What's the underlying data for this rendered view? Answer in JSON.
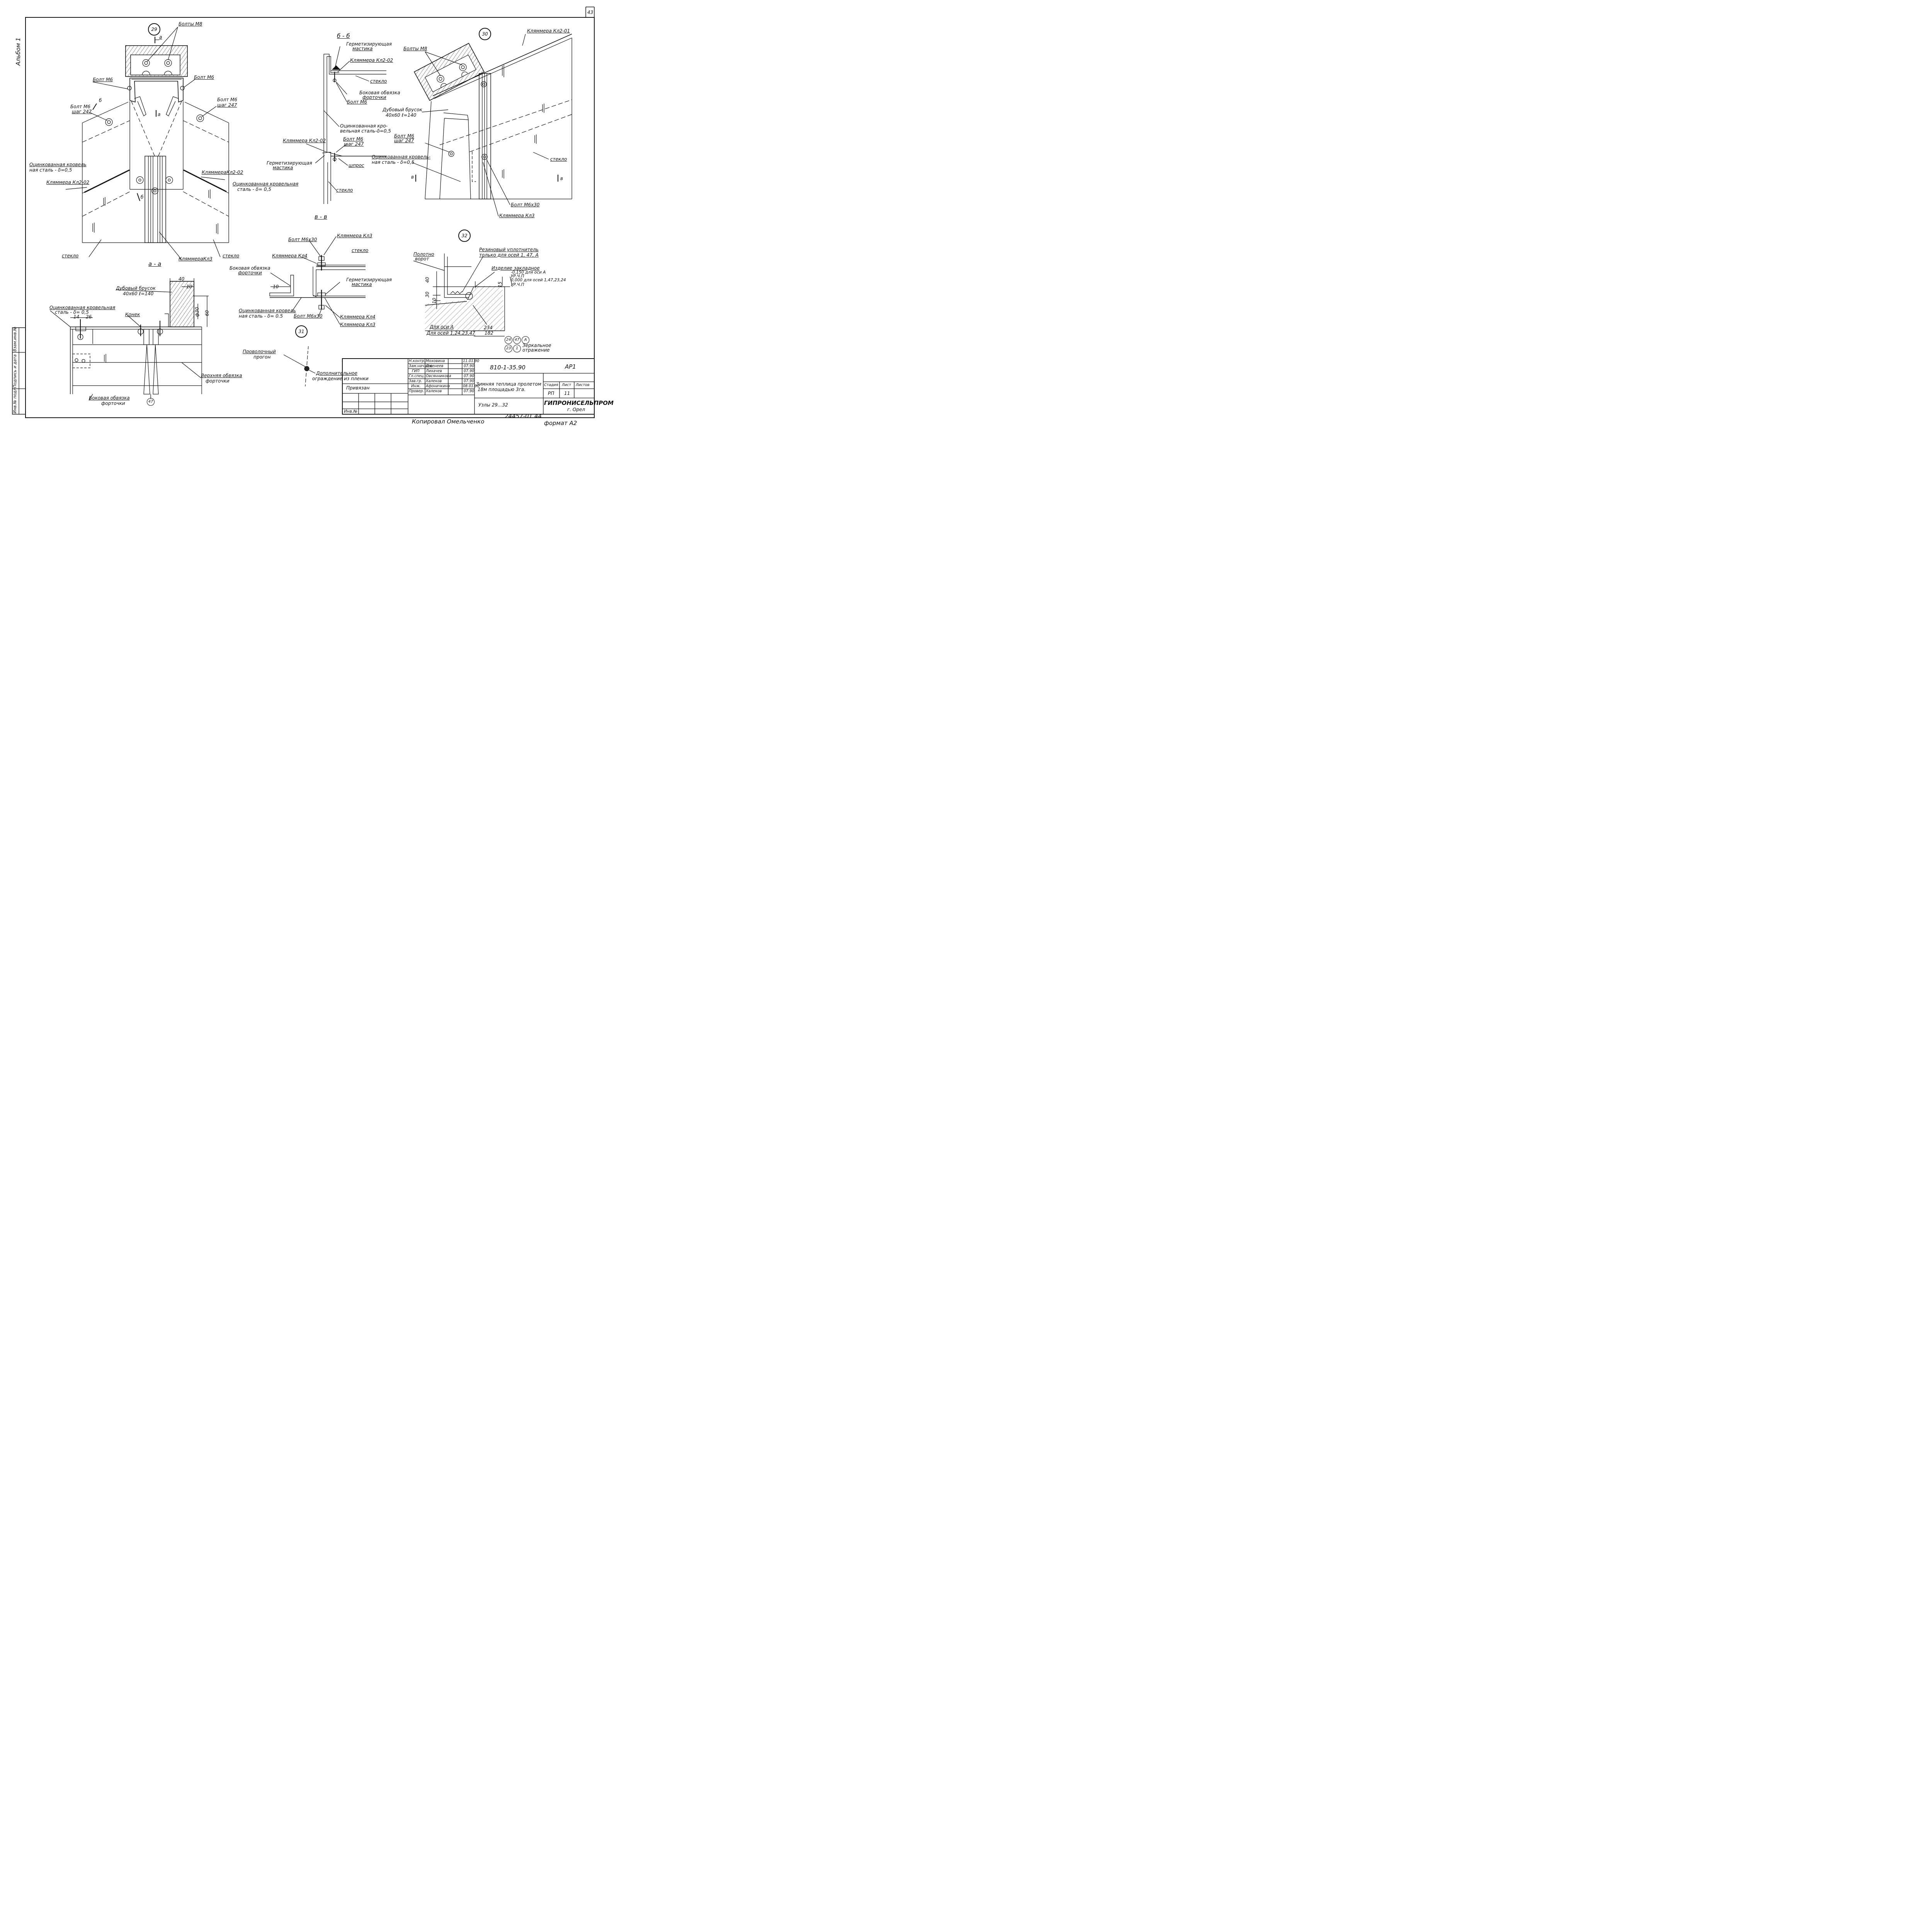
{
  "sheet": {
    "page_number": "43",
    "album_label": "Альбом 1",
    "copied_by": "Копировал Омельченко",
    "format": "формат А2",
    "inventory_no": "24457-01 44",
    "side_stamp": {
      "inv_original": "Инв.№ подл.",
      "sign_date": "Подпись и дата",
      "replaces_inv": "Взам.инв.№"
    }
  },
  "node29": {
    "number": "29",
    "section_aa": "а - а",
    "labels": {
      "bolts_m8": "Болты М8",
      "bolt_m6_left": "Болт М6",
      "bolt_m6_right": "Болт М6",
      "bolt_m6_pitch_left_1": "Болт М6",
      "bolt_m6_pitch_left_2": "шаг 247",
      "bolt_m6_pitch_right_1": "Болт М6",
      "bolt_m6_pitch_right_2": "шаг 247",
      "galv_left_1": "Оцинкованная кровель",
      "galv_left_2": "ная сталь - δ=0,5",
      "clamp_left": "Кляммера Кл2-02",
      "clamp_right": "КляммераКл2-02",
      "galv_right_1": "Оцинкованная кровельная",
      "galv_right_2": "сталь - δ= 0,5",
      "glass_left": "стекло",
      "glass_right": "стекло",
      "clamp_kl3": "КляммераКл3",
      "mark_a_top": "а",
      "mark_a_mid": "а",
      "mark_b_top": "б",
      "mark_b_low": "б"
    }
  },
  "section_bb": {
    "title": "б - б",
    "labels": {
      "sealing_1": "Герметизирующая",
      "sealing_2": "мастика",
      "clamp": "Кляммера Кл2-02",
      "glass": "стекло",
      "side_frame_1": "Боковая обвязка",
      "side_frame_2": "форточки",
      "bolt": "Болт М6",
      "galv_1": "Оцинкованная кро-",
      "galv_2": "вельная сталь-δ=0,5",
      "clamp_low": "Кляммера Кл2-02",
      "sealing_low_1": "Герметизирующая",
      "sealing_low_2": "мастика",
      "bolt_pitch_1": "Болт М6",
      "bolt_pitch_2": "шаг 247",
      "shpros": "шпрос",
      "glass_low": "стекло"
    }
  },
  "section_vv": {
    "title": "в - в",
    "labels": {
      "bolt_m6x30_top": "Болт М6х30",
      "clamp_kl3_top": "Кляммера Кл3",
      "clamp_kl4_top": "Кляммера Кл4",
      "glass": "стекло",
      "side_frame_1": "Боковая обвязка",
      "side_frame_2": "форточки",
      "dim_10": "10",
      "sealing_1": "Герметизирующая",
      "sealing_2": "мастика",
      "galv_1": "Оцинкованная кровель",
      "galv_2": "ная сталь - δ= 0.5",
      "bolt_m6x30_low": "Болт М6х30",
      "clamp_kl4_low": "Кляммера Кл4",
      "clamp_kl3_low": "Кляммера Кл3"
    }
  },
  "node30": {
    "number": "30",
    "labels": {
      "clamp_top": "Кляммера Кл2-01",
      "bolts_m8": "Болты М8",
      "oak_1": "Дубовый брусок",
      "oak_2": "40х60 ℓ=140",
      "bolt_pitch_1": "Болт М6",
      "bolt_pitch_2": "шаг 247",
      "galv_1": "Оцинкованная кровель-",
      "galv_2": "ная сталь - δ=0,5",
      "glass": "стекло",
      "mark_v_left": "в",
      "mark_v_right": "в",
      "bolt_m6x30": "Болт М6х30",
      "clamp_kl3": "Кляммера Кл3"
    }
  },
  "node29_aa": {
    "labels": {
      "oak_1": "Дубовый брусок",
      "oak_2": "40х60 ℓ=140",
      "galv_1": "Оцинкованная кровельная",
      "galv_2": "сталь - δ= 0,5",
      "ridge": "Конек",
      "upper_frame_1": "Верхняя обвязка",
      "upper_frame_2": "форточки",
      "side_frame_1": "Боковая обвязка",
      "side_frame_2": "форточки",
      "dim_40": "40",
      "dim_10": "10",
      "dim_60": "60",
      "dim_d30": "ф30",
      "dim_14": "14",
      "dim_26": "26",
      "callout_47": "47"
    }
  },
  "node31": {
    "number": "31",
    "labels": {
      "wire_purlin_1": "Проволочный",
      "wire_purlin_2": "прогон",
      "extra_1": "Дополнительное",
      "extra_2": "ограждение из пленки"
    }
  },
  "node32": {
    "number": "32",
    "labels": {
      "gate_1": "Полотно",
      "gate_2": "ворот",
      "rubber_1": "Резиновый уплотнитель",
      "rubber_2": "только для осей 1, 47, А",
      "embed": "Изделие закладное",
      "lvl_1a": "-0,150 для оси А",
      "lvl_1b": "УР.Ч.П",
      "lvl_2a": "0,000 для осей 1,47,23,24",
      "lvl_2b": "УР.Ч.П",
      "dim_40": "40",
      "dim_30": "30",
      "dim_10": "10",
      "dim_15": "15",
      "dim_234": "234",
      "dim_182": "182",
      "axis_a": "Для оси А",
      "axis_other": "Для осей 1,24,23,47",
      "mirror_1": "Зеркальное",
      "mirror_2": "отражение",
      "axis_circles": [
        "24",
        "47",
        "А",
        "23",
        "1"
      ]
    }
  },
  "title_block": {
    "doc_code": "810-1-35.90",
    "sheet_code": "АР1",
    "project_1": "Зимняя теплица пролетом",
    "project_2": "18м площадью 3га.",
    "drawing": "Узлы 29...32",
    "stage_header": "Стадия",
    "sheet_header": "Лист",
    "sheets_header": "Листов",
    "stage": "РП",
    "sheet": "11",
    "sheets": "",
    "org_1": "ГИПРОНИСЕЛЬПРОМ",
    "org_2": "г. Орел",
    "bound": "Привязан",
    "inv_no": "Инв.№",
    "staff": [
      {
        "role": "Н.контр.",
        "name": "Моховина",
        "date": "11.01.90"
      },
      {
        "role": "Зам.нач.отд",
        "name": "Дженеев",
        "date": "07.90"
      },
      {
        "role": "ГИП",
        "name": "Лихачев",
        "date": "07.90"
      },
      {
        "role": "Гл.спец.",
        "name": "Овсянникова",
        "date": "07.90"
      },
      {
        "role": "Зав.гр.",
        "name": "Халеков",
        "date": "07.90"
      },
      {
        "role": "Инж.",
        "name": "Афоничкина",
        "date": "08.01.90"
      },
      {
        "role": "Провер.",
        "name": "Халеков",
        "date": "07.90"
      }
    ]
  }
}
